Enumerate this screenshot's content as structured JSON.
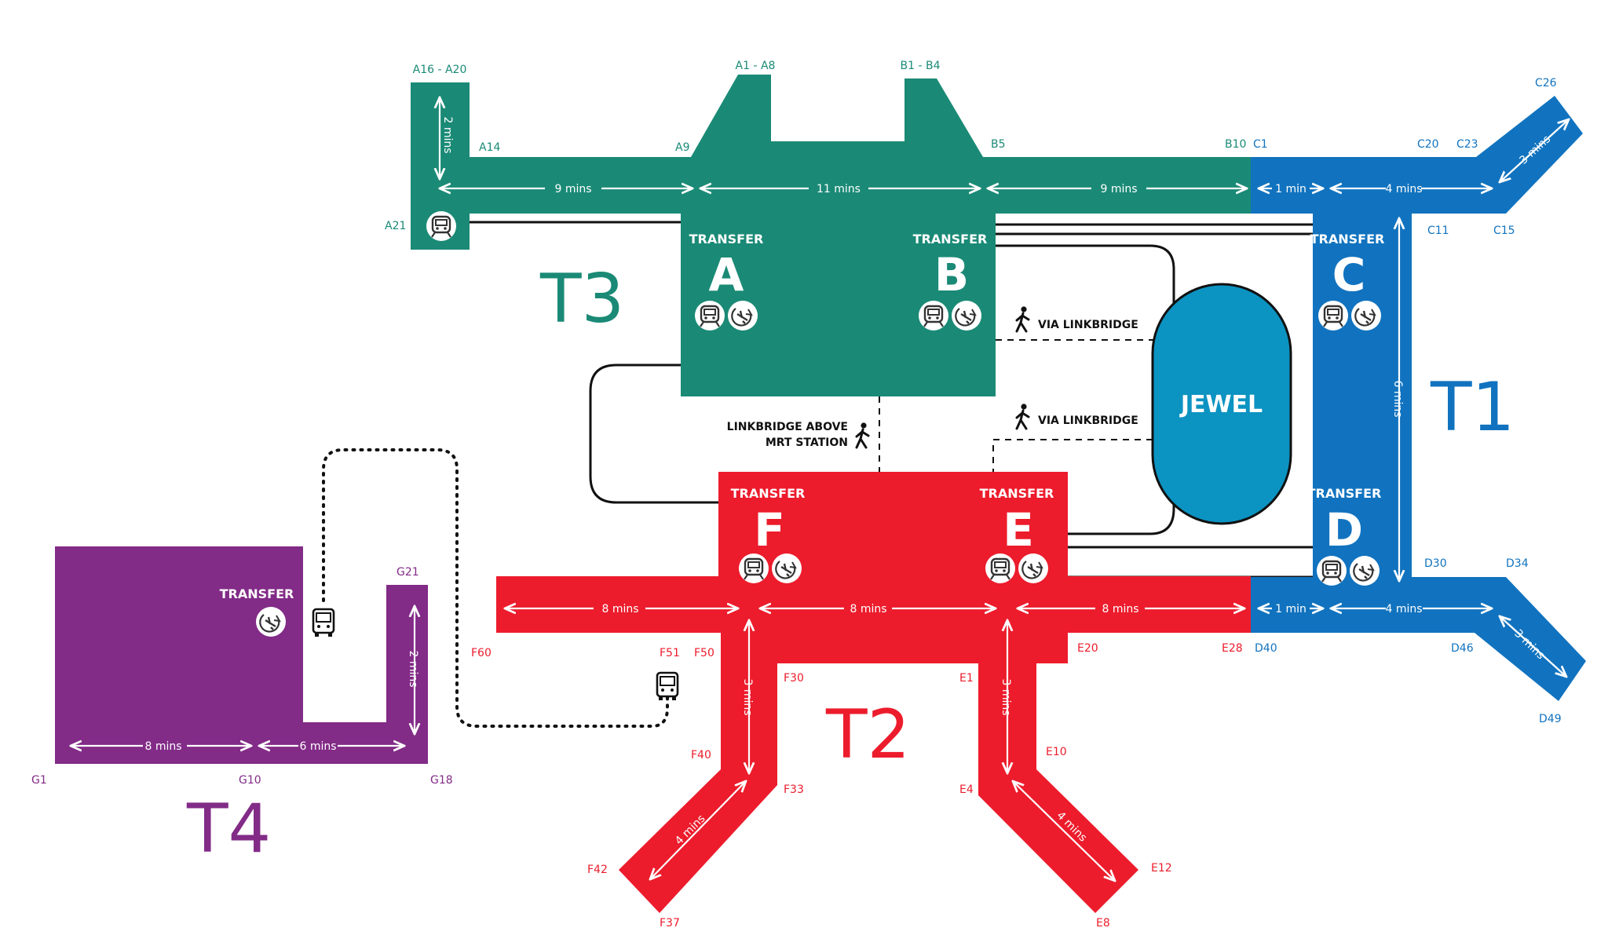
{
  "colors": {
    "t1": "#1173bf",
    "t2": "#ec1c2c",
    "t3": "#1a8a76",
    "t4": "#822b87",
    "jewel": "#0b93c2",
    "jewel_stroke": "#111111",
    "line": "#111111",
    "white": "#ffffff"
  },
  "terminals": {
    "t1": "T1",
    "t2": "T2",
    "t3": "T3",
    "t4": "T4"
  },
  "jewel": "JEWEL",
  "transfer": {
    "header": "TRANSFER",
    "a": "A",
    "b": "B",
    "c": "C",
    "d": "D",
    "e": "E",
    "f": "F"
  },
  "walkways": {
    "linkbridge_upper": "VIA LINKBRIDGE",
    "linkbridge_lower": "VIA LINKBRIDGE",
    "mrt_line1": "LINKBRIDGE ABOVE",
    "mrt_line2": "MRT STATION"
  },
  "times": {
    "a16_a21": "2 mins",
    "a_pier": "9 mins",
    "ab": "11 mins",
    "b_pier": "9 mins",
    "b10_c1": "1 min",
    "c_pier": "4 mins",
    "c_finger": "3 mins",
    "cd": "6 mins",
    "e28_d40": "1 min",
    "d_pier": "4 mins",
    "d_finger": "3 mins",
    "f_west": "8 mins",
    "fe": "8 mins",
    "e_east": "8 mins",
    "f_south": "3 mins",
    "f_finger": "4 mins",
    "e_south": "3 mins",
    "e_finger": "4 mins",
    "g_west": "8 mins",
    "g_mid": "6 mins",
    "g_arm": "2 mins"
  },
  "gates": {
    "a16_a20": "A16 - A20",
    "a14": "A14",
    "a21": "A21",
    "a9": "A9",
    "a1_a8": "A1 - A8",
    "b1_b4": "B1 - B4",
    "b5": "B5",
    "b10": "B10",
    "c1": "C1",
    "c20": "C20",
    "c23": "C23",
    "c26": "C26",
    "c11": "C11",
    "c15": "C15",
    "d30": "D30",
    "d34": "D34",
    "d40": "D40",
    "d46": "D46",
    "d49": "D49",
    "e1": "E1",
    "e4": "E4",
    "e8": "E8",
    "e10": "E10",
    "e12": "E12",
    "e20": "E20",
    "e28": "E28",
    "f30": "F30",
    "f33": "F33",
    "f37": "F37",
    "f40": "F40",
    "f42": "F42",
    "f50": "F50",
    "f51": "F51",
    "f60": "F60",
    "g1": "G1",
    "g10": "G10",
    "g18": "G18",
    "g21": "G21"
  }
}
